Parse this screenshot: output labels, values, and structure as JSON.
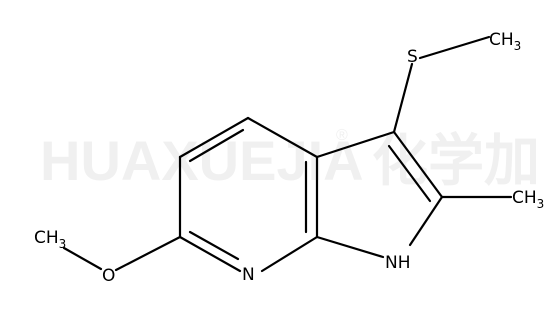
{
  "watermark": {
    "text_latin": "HUAXUEJIA",
    "registered": "®",
    "text_cjk": "化学加"
  },
  "atoms": {
    "nitrogen_ring": "N",
    "nh": "NH",
    "oxygen": "O",
    "sulfur": "S",
    "methyl_s": {
      "main": "CH",
      "sub": "3"
    },
    "methyl_c": {
      "main": "CH",
      "sub": "3"
    },
    "methyl_o": {
      "main": "CH",
      "sub": "3"
    }
  },
  "colors": {
    "bond": "#000000",
    "label": "#000000",
    "watermark": "#f0f0f0",
    "background": "#ffffff"
  }
}
